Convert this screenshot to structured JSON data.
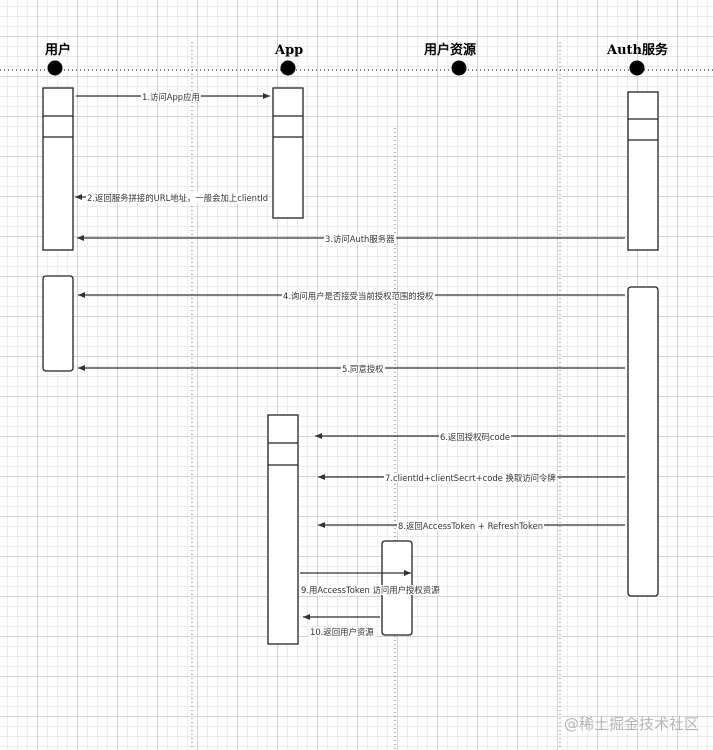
{
  "actors": [
    "用户",
    "App",
    "用户资源",
    "Auth服务"
  ],
  "messages": [
    "1.访问App应用",
    "2.返回服务拼接的URL地址，一般会加上clientId",
    "3.访问Auth服务器",
    "4.询问用户是否接受当前授权范围的授权",
    "5.同意授权",
    "6.返回授权码code",
    "7.clientId+clientSecrt+code 换取访问令牌",
    "8.返回AccessToken + RefreshToken",
    "9.用AccessToken 访问用户授权资源",
    "10.返回用户资源"
  ],
  "watermark": "@稀土掘金技术社区"
}
